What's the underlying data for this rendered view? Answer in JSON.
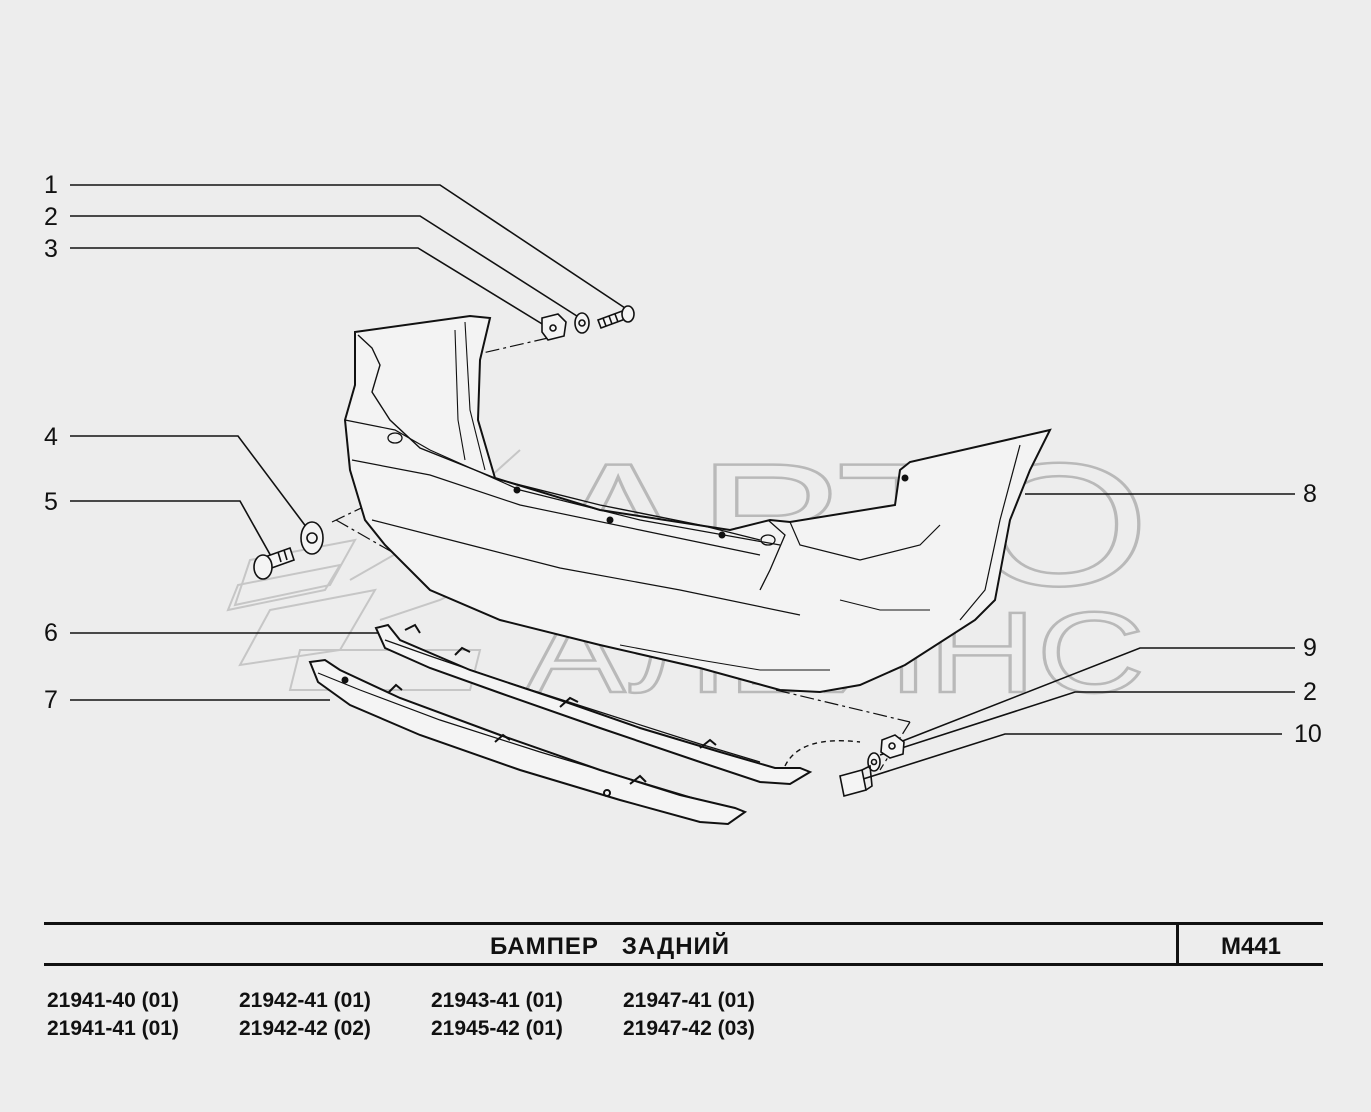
{
  "callouts": {
    "c1": "1",
    "c2a": "2",
    "c3": "3",
    "c4": "4",
    "c5": "5",
    "c6": "6",
    "c7": "7",
    "c8": "8",
    "c9": "9",
    "c2b": "2",
    "c10": "10"
  },
  "title": "БАМПЕР   ЗАДНИЙ",
  "sheet_code": "М441",
  "models": [
    "21941-40 (01)",
    "21942-41 (01)",
    "21943-41 (01)",
    "21947-41 (01)",
    "21941-41 (01)",
    "21942-42 (02)",
    "21945-42 (01)",
    "21947-42 (03)"
  ],
  "watermark": {
    "line1": "АВТО",
    "line2": "АЛЬЯНС"
  },
  "colors": {
    "background": "#ededed",
    "ink": "#111111",
    "part_fill": "#f2f2f2",
    "watermark": "#c8c8c8"
  }
}
